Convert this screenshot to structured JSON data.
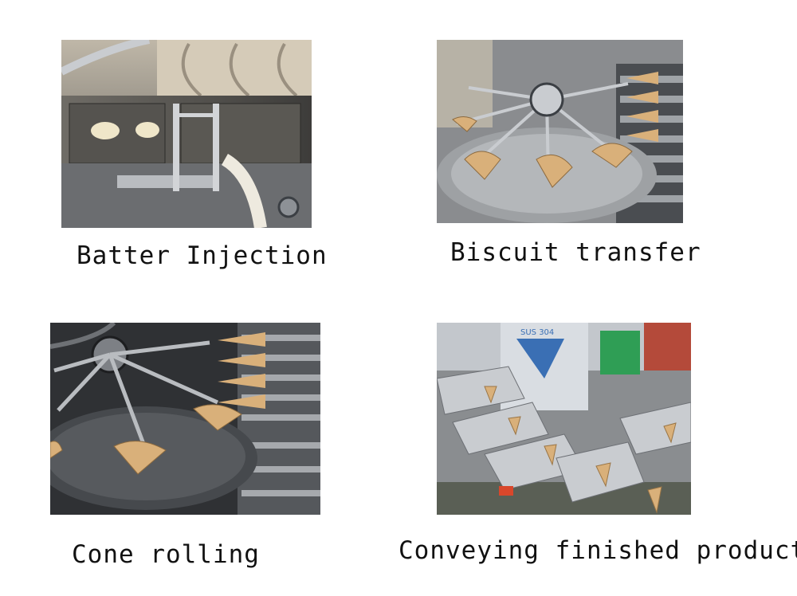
{
  "captions": {
    "batter": "Batter Injection",
    "biscuit": "Biscuit transfer",
    "cone": "Cone rolling",
    "conveying": "Conveying finished products"
  },
  "photo_text": {
    "stainless_label": "SUS 304"
  },
  "colors": {
    "steel_dark": "#3b3f44",
    "steel_mid": "#8d9196",
    "steel_light": "#c9ccd0",
    "wafer": "#d9b07a",
    "batter": "#efe6c9",
    "motor_green": "#2f9e55",
    "sus_blue": "#3a6fb4"
  }
}
